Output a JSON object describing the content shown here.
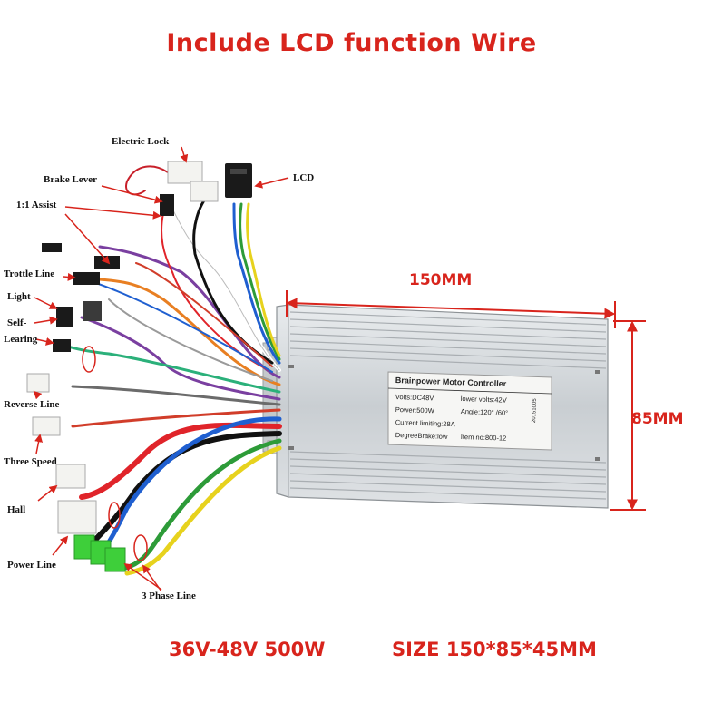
{
  "title": "Include LCD function Wire",
  "labels": {
    "electric_lock": "Electric Lock",
    "lcd": "LCD",
    "brake_lever": "Brake Lever",
    "assist": "1:1 Assist",
    "trottle_line": "Trottle Line",
    "light": "Light",
    "self": "Self-",
    "learing": "Learing",
    "reverse_line": "Reverse Line",
    "three_speed": "Three Speed",
    "hall": "Hall",
    "power_line": "Power Line",
    "three_phase_line": "3 Phase Line"
  },
  "dimensions": {
    "length": "150MM",
    "height": "85MM"
  },
  "plate": {
    "brand": "Brainpower Motor Controller",
    "volts": "Volts:DC48V",
    "lower_volts": "lower volts:42V",
    "power": "Power:500W",
    "angle": "Angle:120° /60°",
    "current": "Current limiting:28A",
    "degree": "DegreeBrake:low",
    "item": "Item no:800-12",
    "serial": "20151005"
  },
  "footer": {
    "voltage_power": "36V-48V 500W",
    "size": "SIZE 150*85*45MM"
  },
  "colors": {
    "accent_red": "#d8241c",
    "housing": "#cfd3d6"
  }
}
